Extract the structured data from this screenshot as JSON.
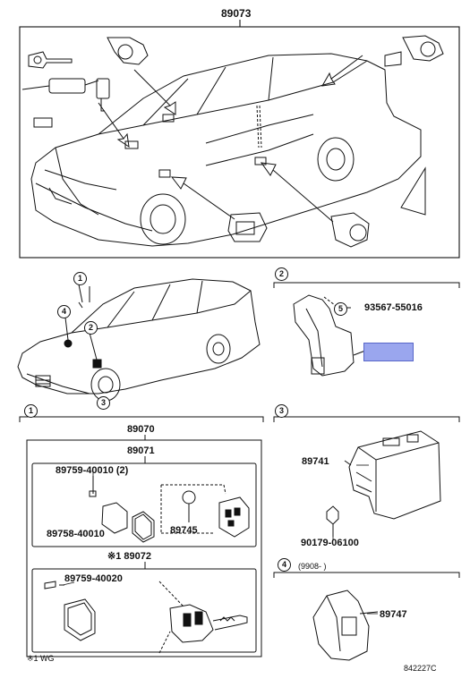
{
  "top_part": "89073",
  "section_markers": {
    "s1": "1",
    "s2": "2",
    "s3": "3",
    "s4": "4"
  },
  "car_callouts": {
    "c1": "1",
    "c2": "2",
    "c3": "3",
    "c4": "4"
  },
  "section2": {
    "bolt_callout": "5",
    "bolt_part": "93567-55016"
  },
  "section1": {
    "group_part": "89070",
    "sub_part": "89071",
    "screw_part_a": "89759-40010 (2)",
    "case_part": "89758-40010",
    "battery_part": "89745",
    "note_part": "※1 89072",
    "screw_part_b": "89759-40020"
  },
  "section3": {
    "ecu_part": "89741",
    "screw_part": "90179-06100"
  },
  "section4": {
    "date_code": "(9908-      )",
    "part": "89747"
  },
  "footnote": "※1 WG",
  "diagram_code": "842227C",
  "colors": {
    "highlight": "#9aa6ee",
    "line": "#111111"
  }
}
